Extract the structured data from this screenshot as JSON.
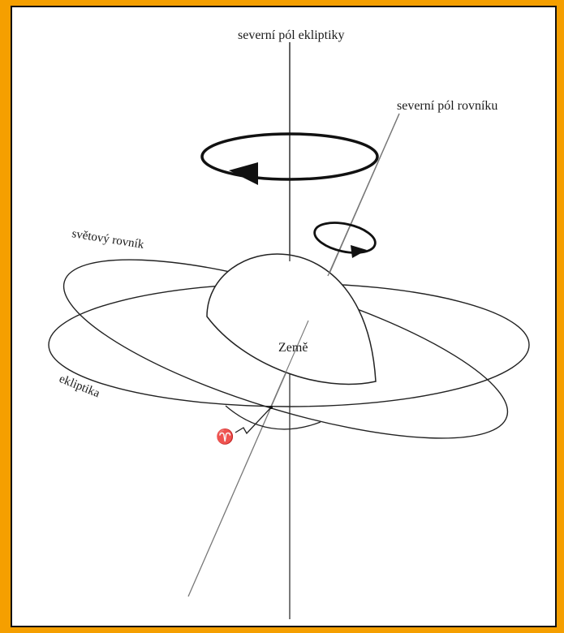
{
  "labels": {
    "ecliptic_pole": "severní pól ekliptiky",
    "equator_pole": "severní pól rovníku",
    "celestial_equator": "světový rovník",
    "ecliptic": "ekliptika",
    "earth": "Země",
    "vernal_equinox": "♈"
  },
  "colors": {
    "frame": "#f59f00",
    "panel": "#ffffff",
    "ink": "#1a1a1a"
  }
}
